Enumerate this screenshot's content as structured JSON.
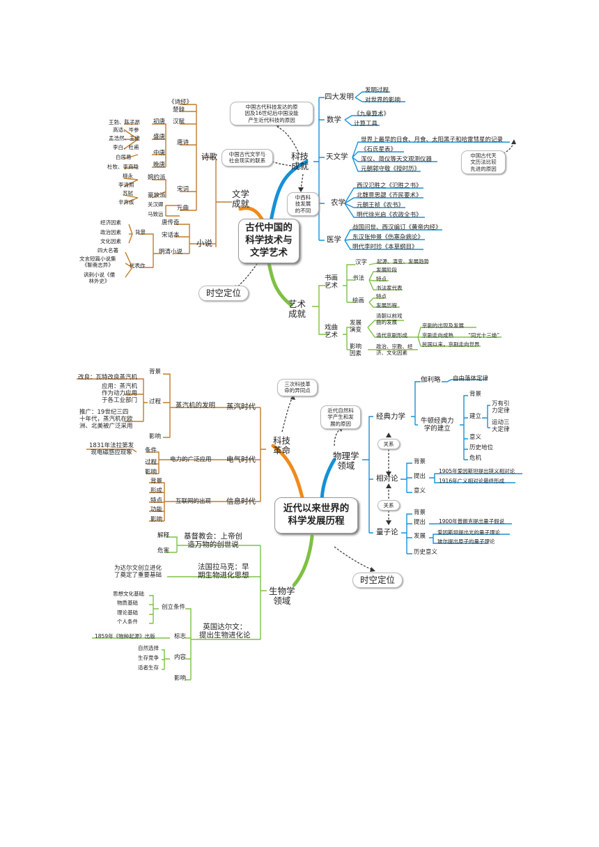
{
  "map1": {
    "center": "古代中国的\n科学技术与\n文学艺术",
    "top_note": "中国古代科技发达的原\n因及16世纪后中国没能\n产生近代科技的原因",
    "lit_note": "中国古代文学与\n社会现实的联系",
    "west_note": "中西科\n技发展\n的不同",
    "right_note": "中国古代天\n文历法比较\n先进的原因",
    "time_pos": "时空定位",
    "keji": "科技\n成就",
    "wenxue": "文学\n成就",
    "yishu": "艺术\n成就",
    "shige": "诗歌",
    "shijing": "《诗经》",
    "chuci": "楚辞",
    "hanfu": "汉赋",
    "tangshi": "唐诗",
    "chutang": "初唐",
    "chutang_poets": "王勃、陈子昂",
    "shengtang": "盛唐",
    "shengtang_p1": "高适、岑参",
    "shengtang_p2": "孟浩然、王维",
    "shengtang_p3": "李白、杜甫",
    "zhongtang": "中唐",
    "zhongtang_poets": "白居易",
    "wantang": "晚唐",
    "wantang_poets": "杜牧、李商隐",
    "songci": "宋词",
    "wanyue": "婉约派",
    "wanyue_p1": "柳永",
    "wanyue_p2": "李清照",
    "haofang": "豪放派",
    "haofang_p1": "苏轼",
    "haofang_p2": "辛弃疾",
    "yuanqu": "元曲",
    "guanhanqing": "关汉卿",
    "mazhiyuan": "马致远",
    "xiaoshuo": "小说",
    "tangchuanqi": "唐传奇",
    "songhuaben": "宋话本",
    "mingqing": "明清小说",
    "beijing": "背景",
    "jingji": "经济因素",
    "zhengzhi": "政治因素",
    "wenhua": "文化因素",
    "daibiao": "代表作",
    "sida": "四大名著",
    "duanpian": "文言短篇小说集\n《聊斋志异》",
    "fengci": "讽刺小说《儒\n林外史》",
    "sida_fm": "四大发明",
    "fm_process": "发明过程",
    "fm_impact": "对世界的影响",
    "shuxue": "数学",
    "jiuzhang": "《九章算术》",
    "jisuan": "计算工具",
    "tianwen": "天文学",
    "tw1": "世界上最早的日食、月食、太阳黑子和哈雷彗星的记录",
    "tw2": "《石氏星表》",
    "tw3": "浑仪、简仪等天文观测仪器",
    "tw4": "元朝郭守敬《授时历》",
    "nongxue": "农学",
    "nx1": "西汉氾胜之《氾胜之书》",
    "nx2": "北魏贾思勰《齐民要术》",
    "nx3": "元朝王祯《农书》",
    "nx4": "明代徐光启《农政全书》",
    "yixue": "医学",
    "yx1": "战国问世、西汉编订《黄帝内经》",
    "yx2": "东汉张仲景《伤寒杂病论》",
    "yx3": "明代李时珍《本草纲目》",
    "shuhua": "书画\n艺术",
    "hanzi": "汉字",
    "hanzi_d": "起源、演变、发展趋势",
    "shufa": "书法",
    "sf1": "发展阶段",
    "sf2": "特点",
    "sf3": "书法家代表",
    "huihua": "绘画",
    "hh1": "特点",
    "hh2": "发展历程",
    "xiqu": "戏曲\n艺术",
    "fazhan": "发展\n演变",
    "qingqian": "清朝以前戏\n曲的发展",
    "qingdai": "清代京剧形成",
    "jingju1": "京剧的出现及发展",
    "jingju2": "京剧走向成熟",
    "tongguang": "“同光十三绝”",
    "jingju3": "民国以来，京剧走向世界",
    "yingxiang": "影响\n因素",
    "yx_factors": "政治、宗教、经\n济、文化因素"
  },
  "map2": {
    "center": "近代以来世界的\n科学发展历程",
    "top_note": "三次科技革\n命的异同点",
    "phys_note": "近代自然科\n学产生和发\n展的原因",
    "time_pos": "时空定位",
    "kjgm": "科技\n革命",
    "zhengqi": "蒸汽时代",
    "zqj": "蒸汽机的发明",
    "zq_bg": "背景",
    "zq_gc": "过程",
    "zq_yx": "影响",
    "zq_gl": "改良：瓦特改良蒸汽机",
    "zq_yy": "应用：蒸汽机\n作为动力应用\n于各工业部门",
    "zq_tg": "推广：19世纪三四\n十年代，蒸汽机在欧\n洲、北美被广泛采用",
    "dianqi": "电气时代",
    "dl": "电力的广泛应用",
    "dl_tj": "条件",
    "dl_gc": "过程",
    "dl_yx": "影响",
    "falaidi": "1831年法拉第发\n现电磁感应现象",
    "xinxi": "信息时代",
    "hlw": "互联网的出现",
    "hl_bg": "背景",
    "hl_xc": "形成",
    "hl_td": "特点",
    "hl_gn": "功能",
    "hl_yx": "影响",
    "physics": "物理学\n领域",
    "jdlx": "经典力学",
    "jl": "伽利略",
    "zlt": "自由落体定律",
    "nd": "牛顿经典力\n学的建立",
    "nd_bg": "背景",
    "nd_jl": "建立",
    "wy": "万有引\n力定律",
    "yd": "运动三\n大定律",
    "nd_yy": "意义",
    "nd_ls": "历史地位",
    "nd_wj": "危机",
    "guanxi1": "关系",
    "xdl": "相对论",
    "xd_bg": "背景",
    "xd_tc": "提出",
    "xd_yy": "意义",
    "xd_1905": "1905年爱因斯坦提出狭义相对论",
    "xd_1916": "1916年广义相对论最终形成",
    "guanxi2": "关系",
    "lzl": "量子论",
    "lz_bg": "背景",
    "lz_tc": "提出",
    "lz_1900": "1900年普朗克提出量子假说",
    "lz_fz": "发展",
    "lz_ai": "爱因斯坦提出光的量子理论",
    "lz_bo": "玻尔提出原子的量子理论",
    "lz_ls": "历史意义",
    "bio": "生物学\n领域",
    "jd": "基督教会：上帝创\n造万物的创世说",
    "jd_js": "解释",
    "jd_wh": "危害",
    "lmk": "法国拉马克：早\n期生物进化思想",
    "lmk_d": "为达尔文创立进化\n了奠定了重要基础",
    "dew": "英国达尔文：\n提出生物进化论",
    "cl": "创立条件",
    "cl1": "思想文化基础",
    "cl2": "物质基础",
    "cl3": "理论基础",
    "cl4": "个人条件",
    "bz": "标志",
    "bz1": "1859年《物种起源》出版",
    "nr": "内容",
    "nr1": "自然选择",
    "nr2": "生存竞争",
    "nr3": "适者生存",
    "ying": "影响"
  },
  "colors": {
    "blue": "#1591d6",
    "orange": "#f08a1c",
    "green": "#7ec043",
    "dark": "#333333",
    "red": "#c0392b"
  }
}
